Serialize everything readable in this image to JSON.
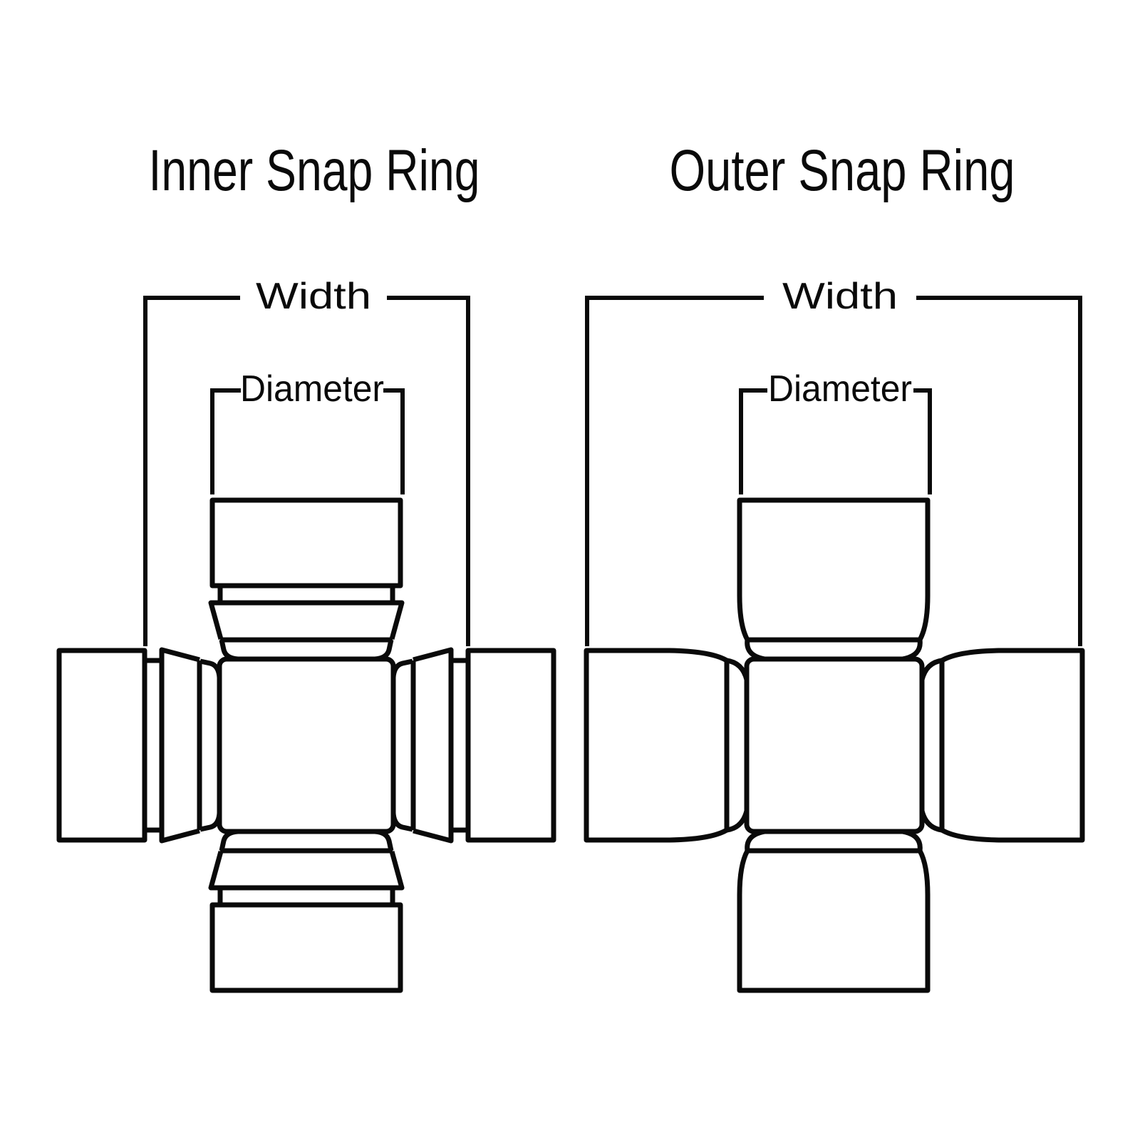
{
  "canvas": {
    "background": "#ffffff",
    "line_color": "#0a0a0a"
  },
  "diagrams": [
    {
      "id": "inner-snap-ring",
      "title": "Inner Snap Ring",
      "labels": {
        "width": "Width",
        "diameter": "Diameter"
      }
    },
    {
      "id": "outer-snap-ring",
      "title": "Outer Snap Ring",
      "labels": {
        "width": "Width",
        "diameter": "Diameter"
      }
    }
  ]
}
